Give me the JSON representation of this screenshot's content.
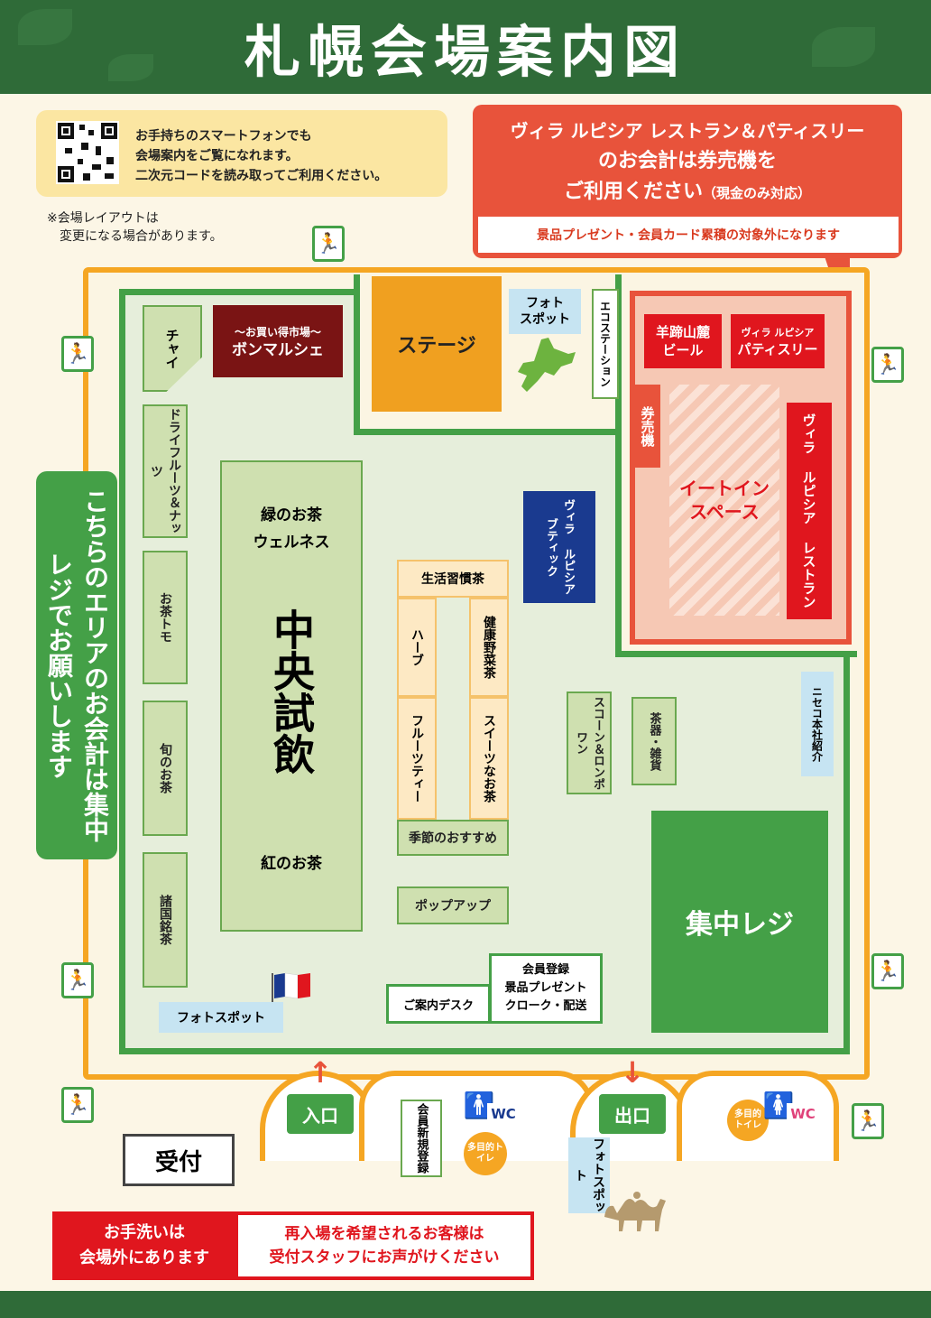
{
  "header": {
    "title": "札幌会場案内図"
  },
  "qr": {
    "text": "お手持ちのスマートフォンでも\n会場案内をご覧になれます。\n二次元コードを読み取ってご利用ください。"
  },
  "note": "※会場レイアウトは\n　変更になる場合があります。",
  "callout": {
    "line1": "ヴィラ ルピシア レストラン＆パティスリー",
    "line2": "のお会計は券売機を",
    "line3": "ご利用ください",
    "line3_small": "（現金のみ対応）",
    "strip": "景品プレゼント・会員カード累積の対象外になります"
  },
  "left_label": "こちらのエリアのお会計は集中レジでお願いします",
  "booths": {
    "chai": "チャイ",
    "bonmarche_sub": "〜お買い得市場〜",
    "bonmarche": "ボンマルシェ",
    "stage": "ステージ",
    "photo_spot_top": "フォト\nスポット",
    "eco_station": "エコステーション",
    "yoteizan": "羊蹄山麓\nビール",
    "patisserie_sub": "ヴィラ ルピシア",
    "patisserie": "パティスリー",
    "ticket_machine": "券売機",
    "eat_in": "イートイン\nスペース",
    "restaurant": "ヴィラ ルピシア レストラン",
    "dried_fruits": "ドライフルーツ＆ナッツ",
    "otomo": "お茶トモ",
    "shun": "旬のお茶",
    "meicha": "諸国銘茶",
    "green_tea": "緑のお茶\nウェルネス",
    "central": "中央試飲",
    "black_tea": "紅のお茶",
    "boutique": "ヴィラ ルピシア ブティック",
    "lifestyle_tea": "生活習慣茶",
    "herb": "ハーブ",
    "health_tea": "健康野菜茶",
    "fruit_tea": "フルーツティー",
    "sweets_tea": "スイーツなお茶",
    "seasonal": "季節のおすすめ",
    "popup": "ポップアップ",
    "scone": "スコーン＆ロンポワン",
    "teaware": "茶器・雑貨",
    "niseko": "ニセコ本社紹介",
    "register": "集中レジ",
    "member": "会員登録\n景品プレゼント\nクローク・配送",
    "info": "ご案内デスク",
    "photo_spot_left": "フォトスポット",
    "entrance": "入口",
    "exit": "出口",
    "new_member": "会員新規登録",
    "wc": "WC",
    "multi_toilet": "多目的トイレ",
    "photo_spot_bottom": "フォトスポット",
    "reception": "受付"
  },
  "bottom": {
    "left": "お手洗いは\n会場外にあります",
    "right": "再入場を希望されるお客様は\n受付スタッフにお声がけください"
  },
  "colors": {
    "green": "#44a047",
    "orange": "#f5a623",
    "red": "#e8533b",
    "navy": "#1a3a8f",
    "dark_red": "#7a1414"
  }
}
